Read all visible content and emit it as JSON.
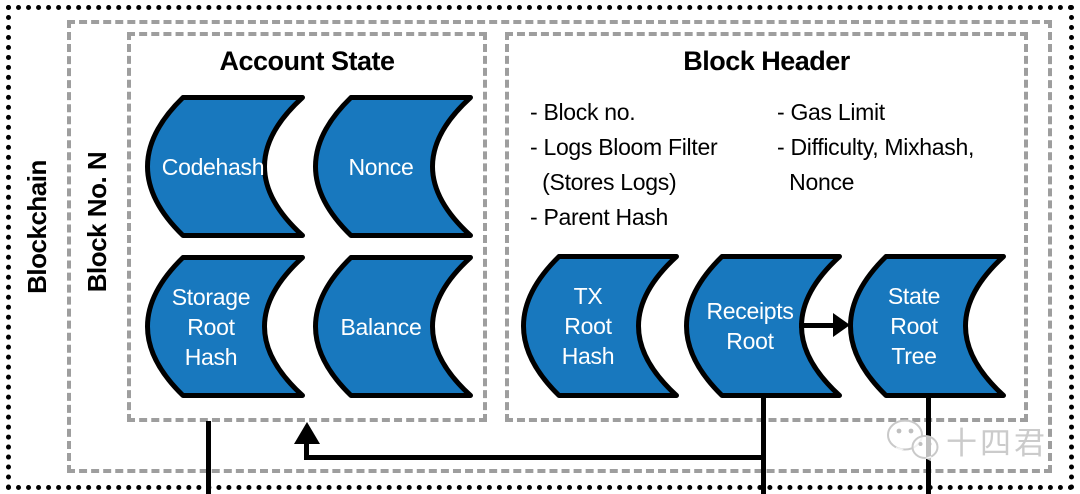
{
  "blockchain_label": "Blockchain",
  "block_label": "Block No. N",
  "account_state": {
    "title": "Account State",
    "shapes": [
      "Codehash",
      "Nonce",
      "Storage Root Hash",
      "Balance"
    ]
  },
  "block_header": {
    "title": "Block Header",
    "list_left": [
      "- Block no.",
      "- Logs Bloom Filter",
      "  (Stores Logs)",
      "- Parent Hash"
    ],
    "list_right": [
      "- Gas Limit",
      "- Difficulty, Mixhash,",
      "  Nonce"
    ],
    "shapes": [
      "TX Root Hash",
      "Receipts Root",
      "State Root Tree"
    ]
  },
  "watermark": "十四君",
  "colors": {
    "shape_fill": "#1878be",
    "shape_outline": "#000000",
    "dashed_border": "#9e9e9e"
  }
}
